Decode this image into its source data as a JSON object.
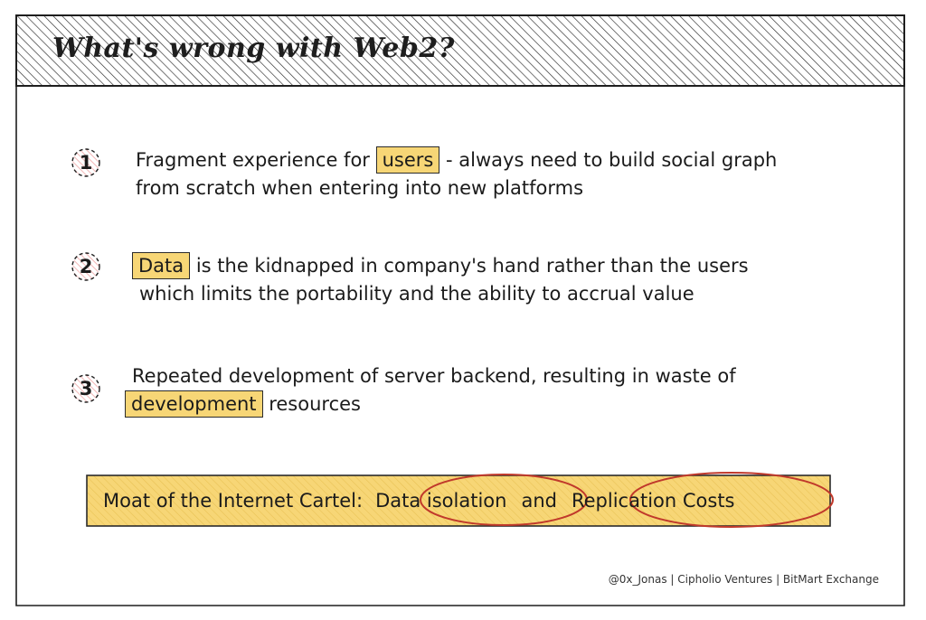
{
  "title": "What's wrong with Web2?",
  "points": [
    {
      "number": "1",
      "lines": [
        {
          "before": "Fragment experience for",
          "highlight": "users",
          "after": "- always need to build social graph"
        },
        {
          "text": "from scratch when entering into new platforms"
        }
      ]
    },
    {
      "number": "2",
      "lines": [
        {
          "highlight": "Data",
          "after": "is the kidnapped in company's hand rather than the users"
        },
        {
          "text": "which limits the portability and the ability to accrual value"
        }
      ]
    },
    {
      "number": "3",
      "lines": [
        {
          "text": "Repeated development of server backend, resulting in waste of"
        },
        {
          "highlight": "development",
          "after": "resources"
        }
      ]
    }
  ],
  "moat": {
    "prefix": "Moat of the Internet Cartel:",
    "circled_1": "Data isolation",
    "connector": "and",
    "circled_2": "Replication Costs"
  },
  "footer": "@0x_Jonas | Cipholio Ventures | BitMart Exchange",
  "colors": {
    "highlight": "#f7d676",
    "number_badge": "#f3b7b7",
    "circle": "#c0392b",
    "hatch": "#2a2a2a"
  }
}
